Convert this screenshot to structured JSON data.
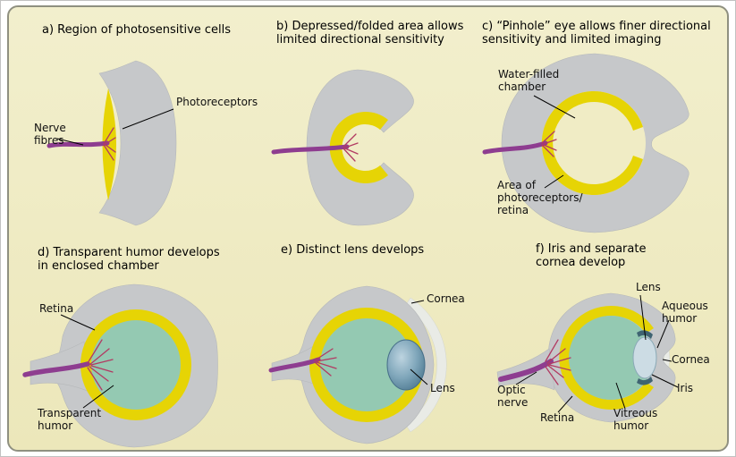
{
  "palette": {
    "card-bg": "#f0ecc5",
    "card-border": "#8f9080",
    "blob-gray": "#c6c8ca",
    "photoreceptor-yellow": "#e6d405",
    "nerve-purple": "#8e3d90",
    "nerve-light": "#a85aa8",
    "vein-red": "#b23a62",
    "humor-teal": "#94c9b2",
    "lens-blue": "#6f9ab0",
    "lens-pale": "#ccdce4",
    "cornea-pale": "#e9ebe6",
    "iris-dark": "#3f6472",
    "label-color": "#101010"
  },
  "panels": {
    "a": {
      "title": "a) Region of photosensitive cells",
      "labels": {
        "nerve_fibres": "Nerve\nfibres",
        "photoreceptors": "Photoreceptors"
      }
    },
    "b": {
      "title": "b) Depressed/folded area allows\nlimited directional sensitivity",
      "labels": {}
    },
    "c": {
      "title": "c) “Pinhole” eye allows finer directional\nsensitivity and limited imaging",
      "labels": {
        "water_filled_chamber": "Water-filled\nchamber",
        "area_of_photoreceptors": "Area of\nphotoreceptors/\nretina"
      }
    },
    "d": {
      "title": "d) Transparent humor develops\nin enclosed chamber",
      "labels": {
        "retina": "Retina",
        "transparent_humor": "Transparent\nhumor"
      }
    },
    "e": {
      "title": "e) Distinct lens develops",
      "labels": {
        "cornea": "Cornea",
        "lens": "Lens"
      }
    },
    "f": {
      "title": "f) Iris and separate\ncornea develop",
      "labels": {
        "lens": "Lens",
        "aqueous_humor": "Aqueous\nhumor",
        "cornea": "Cornea",
        "iris": "Iris",
        "optic_nerve": "Optic\nnerve",
        "retina": "Retina",
        "vitreous_humor": "Vitreous\nhumor"
      }
    }
  }
}
